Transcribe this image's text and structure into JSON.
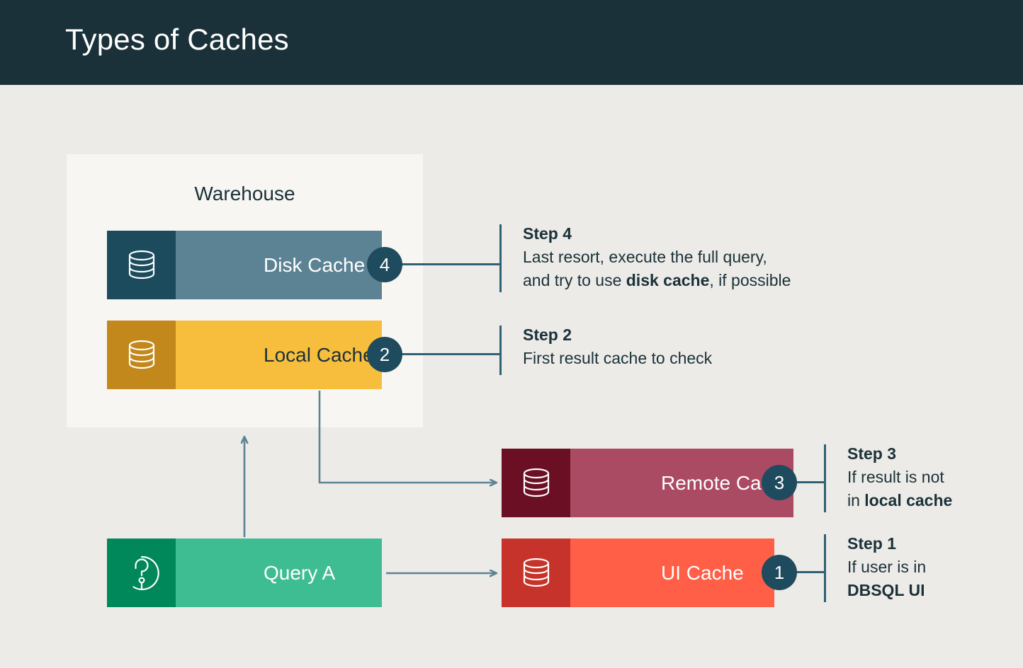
{
  "header": {
    "title": "Types of Caches",
    "background": "#1B3139"
  },
  "page": {
    "background": "#ECEBE7",
    "panel_background": "#F7F6F2"
  },
  "warehouse": {
    "label": "Warehouse"
  },
  "nodes": [
    {
      "id": "disk-cache",
      "label": "Disk Cache",
      "icon": "database-icon",
      "badge": "4",
      "icon_color": "#1B4B5C",
      "body_color": "#5C8394",
      "text_color": "#FFFFFF"
    },
    {
      "id": "local-cache",
      "label": "Local Cache",
      "icon": "database-icon",
      "badge": "2",
      "icon_color": "#C2881C",
      "body_color": "#F7BE3D",
      "text_color": "#1B3139"
    },
    {
      "id": "remote-cache",
      "label": "Remote Cache",
      "icon": "database-icon",
      "badge": "3",
      "icon_color": "#6B0F24",
      "body_color": "#AB4A63",
      "text_color": "#FFFFFF"
    },
    {
      "id": "ui-cache",
      "label": "UI Cache",
      "icon": "database-icon",
      "badge": "1",
      "icon_color": "#C5332A",
      "body_color": "#FF5F46",
      "text_color": "#FFFFFF"
    },
    {
      "id": "query-a",
      "label": "Query A",
      "icon": "question-mark-circle-icon",
      "badge": null,
      "icon_color": "#00875A",
      "body_color": "#3FBD92",
      "text_color": "#FFFFFF"
    }
  ],
  "steps": [
    {
      "id": "step-4",
      "title": "Step 4",
      "line1_pre": "Last resort, execute the full query,",
      "line2_pre": "and try to use ",
      "line2_bold": "disk cache",
      "line2_post": ", if possible",
      "badge": "4"
    },
    {
      "id": "step-2",
      "title": "Step 2",
      "line1_pre": "First result cache to check",
      "line2_pre": "",
      "line2_bold": "",
      "line2_post": "",
      "badge": "2"
    },
    {
      "id": "step-3",
      "title": "Step 3",
      "line1_pre": "If result is not",
      "line2_pre": "in ",
      "line2_bold": "local cache",
      "line2_post": "",
      "badge": "3"
    },
    {
      "id": "step-1",
      "title": "Step 1",
      "line1_pre": "If user is in",
      "line2_pre": "",
      "line2_bold": "DBSQL UI",
      "line2_post": "",
      "badge": "1"
    }
  ],
  "connectors": {
    "color": "#5C8394",
    "flows": [
      {
        "from": "query-a",
        "to": "warehouse",
        "direction": "up"
      },
      {
        "from": "local-cache",
        "to": "remote-cache",
        "direction": "elbow-right"
      },
      {
        "from": "query-a",
        "to": "ui-cache",
        "direction": "right"
      }
    ]
  },
  "badge_color": "#1E4B5E",
  "leader_color": "#2E6274"
}
